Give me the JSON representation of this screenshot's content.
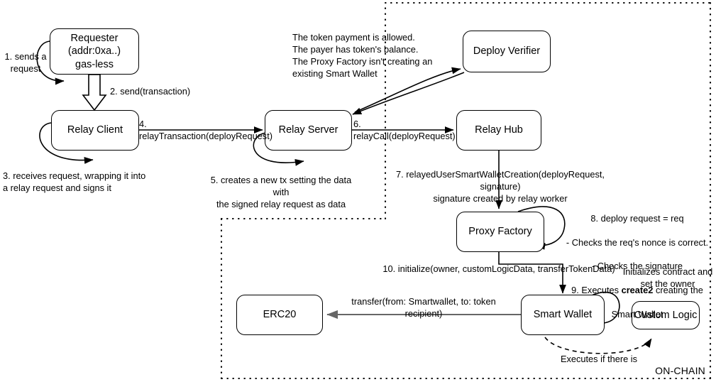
{
  "diagram": {
    "title_tag": "ON-CHAIN",
    "nodes": [
      {
        "id": "requester",
        "label": "Requester\n(addr:0xa..)\ngas-less"
      },
      {
        "id": "relay-client",
        "label": "Relay Client"
      },
      {
        "id": "relay-server",
        "label": "Relay Server"
      },
      {
        "id": "deploy-verifier",
        "label": "Deploy Verifier"
      },
      {
        "id": "relay-hub",
        "label": "Relay Hub"
      },
      {
        "id": "proxy-factory",
        "label": "Proxy Factory"
      },
      {
        "id": "smart-wallet",
        "label": "Smart Wallet"
      },
      {
        "id": "erc20",
        "label": "ERC20"
      },
      {
        "id": "custom-logic",
        "label": "Custom Logic"
      }
    ],
    "edge_labels": {
      "step1": "1. sends a\nrequest",
      "step2": "2. send(transaction)",
      "step3": "3. receives request, wrapping it into\na relay request and signs it",
      "step4": "4. relayTransaction(deployRequest)",
      "step5": "5. creates a new tx setting the data with\nthe signed relay request as data",
      "step6": "6. relayCall(deployRequest)",
      "step7": "7. relayedUserSmartWalletCreation(deployRequest, signature)\nsignature created by relay worker",
      "step10": "10. initialize(owner, customLogicData, transferTokenData)",
      "transfer": "transfer(from: Smartwallet, to: token recipient)",
      "executes": "Executes if there is",
      "initializes": "Initializes contract and\nset the owner"
    },
    "verifier_note": "The token payment is allowed.\nThe payer has token's balance.\nThe Proxy Factory isn't creating an\nexisting Smart Wallet",
    "factory_note": {
      "line1": "8. deploy request = req",
      "line2": "- Checks the req's nonce is correct.",
      "line3": "- Checks the signature",
      "line4_pre": "9. Executes ",
      "line4_bold": "create2",
      "line4_post": " creating the",
      "line5": "Smart Wallet"
    },
    "colors": {
      "stroke": "#000000",
      "gray_arrow": "#666666",
      "background": "#ffffff"
    }
  }
}
